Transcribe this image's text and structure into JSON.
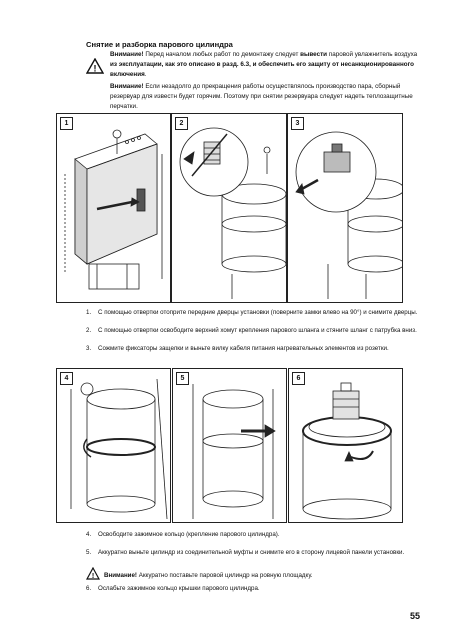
{
  "section": {
    "title": "Снятие и разборка парового цилиндра"
  },
  "warning1": {
    "label": "Внимание!",
    "text_a": " Перед началом любых  работ по демонтажу следует ",
    "bold_a": "вывести",
    "text_b": " паровой увлажнитель воздуха ",
    "bold_b": "из эксплуатации, как это описано в разд. 6.3, и обеспечить его защиту от несанкционированного включения",
    "text_c": "."
  },
  "warning2": {
    "label": "Внимание!",
    "text": " Если незадолго до прекращения работы осуществлялось производство пара, сборный резервуар для известн будет горячим. Поэтому при снятии резервуара следует надеть теплозащитные перчатки."
  },
  "panels_top": [
    "1",
    "2",
    "3"
  ],
  "panels_bottom": [
    "4",
    "5",
    "6"
  ],
  "steps_a": [
    {
      "n": "1.",
      "text": "С помощью отвертки отоприте передние дверцы установки (поверните замки влево на 90°) и снимите дверцы."
    },
    {
      "n": "2.",
      "text": "С помощью отвертки освободите верхний хомут крепления парового шланга и стяните шланг с патрубка вниз."
    },
    {
      "n": "3.",
      "text": "Сожмите фиксаторы защелки и выньте вилку кабеля питания нагревательных элементов из розетки."
    }
  ],
  "steps_b": [
    {
      "n": "4.",
      "text": "Освободите зажимное кольцо (крепление парового цилиндра)."
    },
    {
      "n": "5.",
      "text": "Аккуратно выньте цилиндр из соединительной муфты и снимите его в сторону лицевой панели установки."
    }
  ],
  "warning3": {
    "label": "Внимание!",
    "text": " Аккуратно поставьте паровой цилиндр на ровную площадку."
  },
  "step6": {
    "n": "6.",
    "text": "Ослабьте зажимное кольцо крышки парового цилиндра."
  },
  "page": {
    "number": "55"
  },
  "icons": [
    "warning-triangle-icon"
  ]
}
